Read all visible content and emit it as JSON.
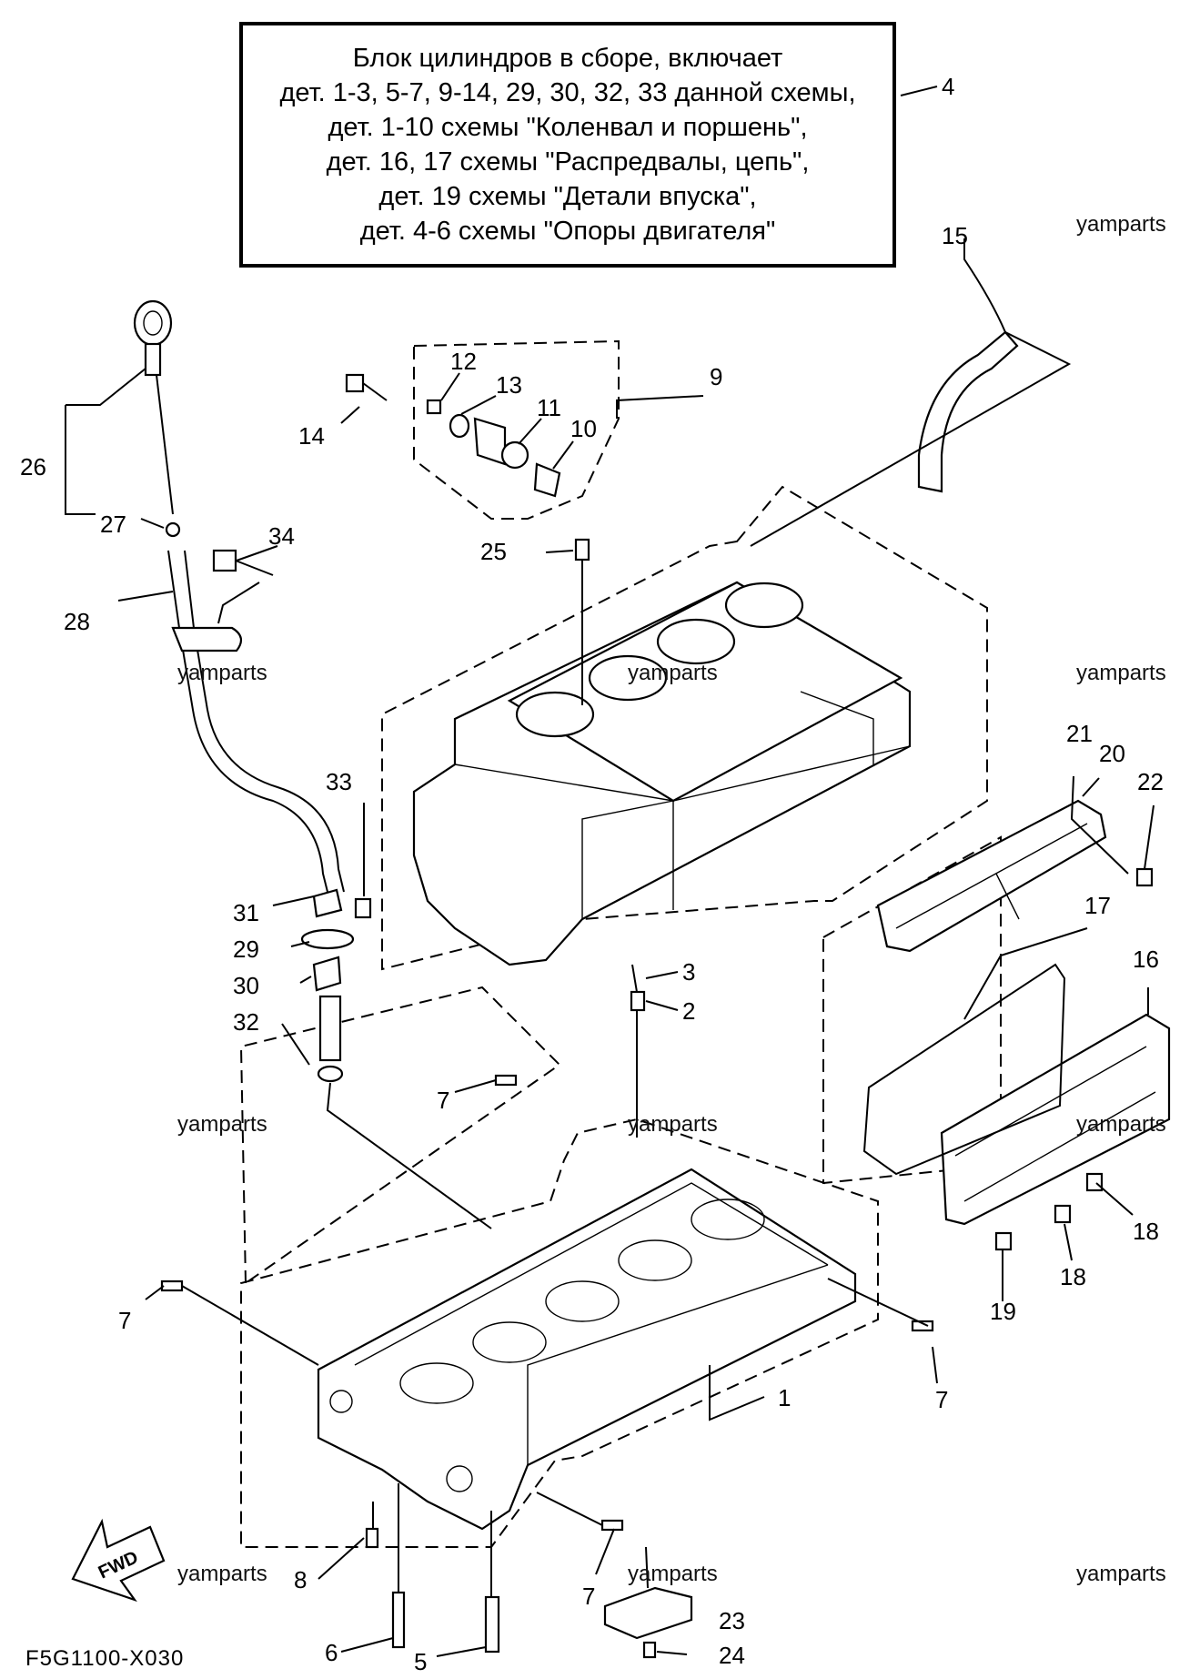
{
  "note": {
    "lines": [
      "Блок цилиндров в сборе, включает",
      "дет. 1-3, 5-7, 9-14, 29, 30, 32, 33 данной схемы,",
      "дет. 1-10 схемы \"Коленвал и поршень\",",
      "дет. 16, 17 схемы \"Распредвалы, цепь\",",
      "дет. 19 схемы \"Детали впуска\",",
      "дет. 4-6 схемы \"Опоры двигателя\""
    ]
  },
  "callouts": {
    "c1": "1",
    "c2": "2",
    "c3": "3",
    "c4": "4",
    "c5": "5",
    "c6": "6",
    "c7a": "7",
    "c7b": "7",
    "c7c": "7",
    "c7d": "7",
    "c8": "8",
    "c9": "9",
    "c10": "10",
    "c11": "11",
    "c12": "12",
    "c13": "13",
    "c14": "14",
    "c15": "15",
    "c16": "16",
    "c17": "17",
    "c18a": "18",
    "c18b": "18",
    "c19": "19",
    "c20": "20",
    "c21": "21",
    "c22": "22",
    "c23": "23",
    "c24": "24",
    "c25": "25",
    "c26": "26",
    "c27": "27",
    "c28": "28",
    "c29": "29",
    "c30": "30",
    "c31": "31",
    "c32": "32",
    "c33": "33",
    "c34": "34"
  },
  "watermark": "yamparts",
  "fwd_label": "FWD",
  "diagram_code": "F5G1100-X030"
}
